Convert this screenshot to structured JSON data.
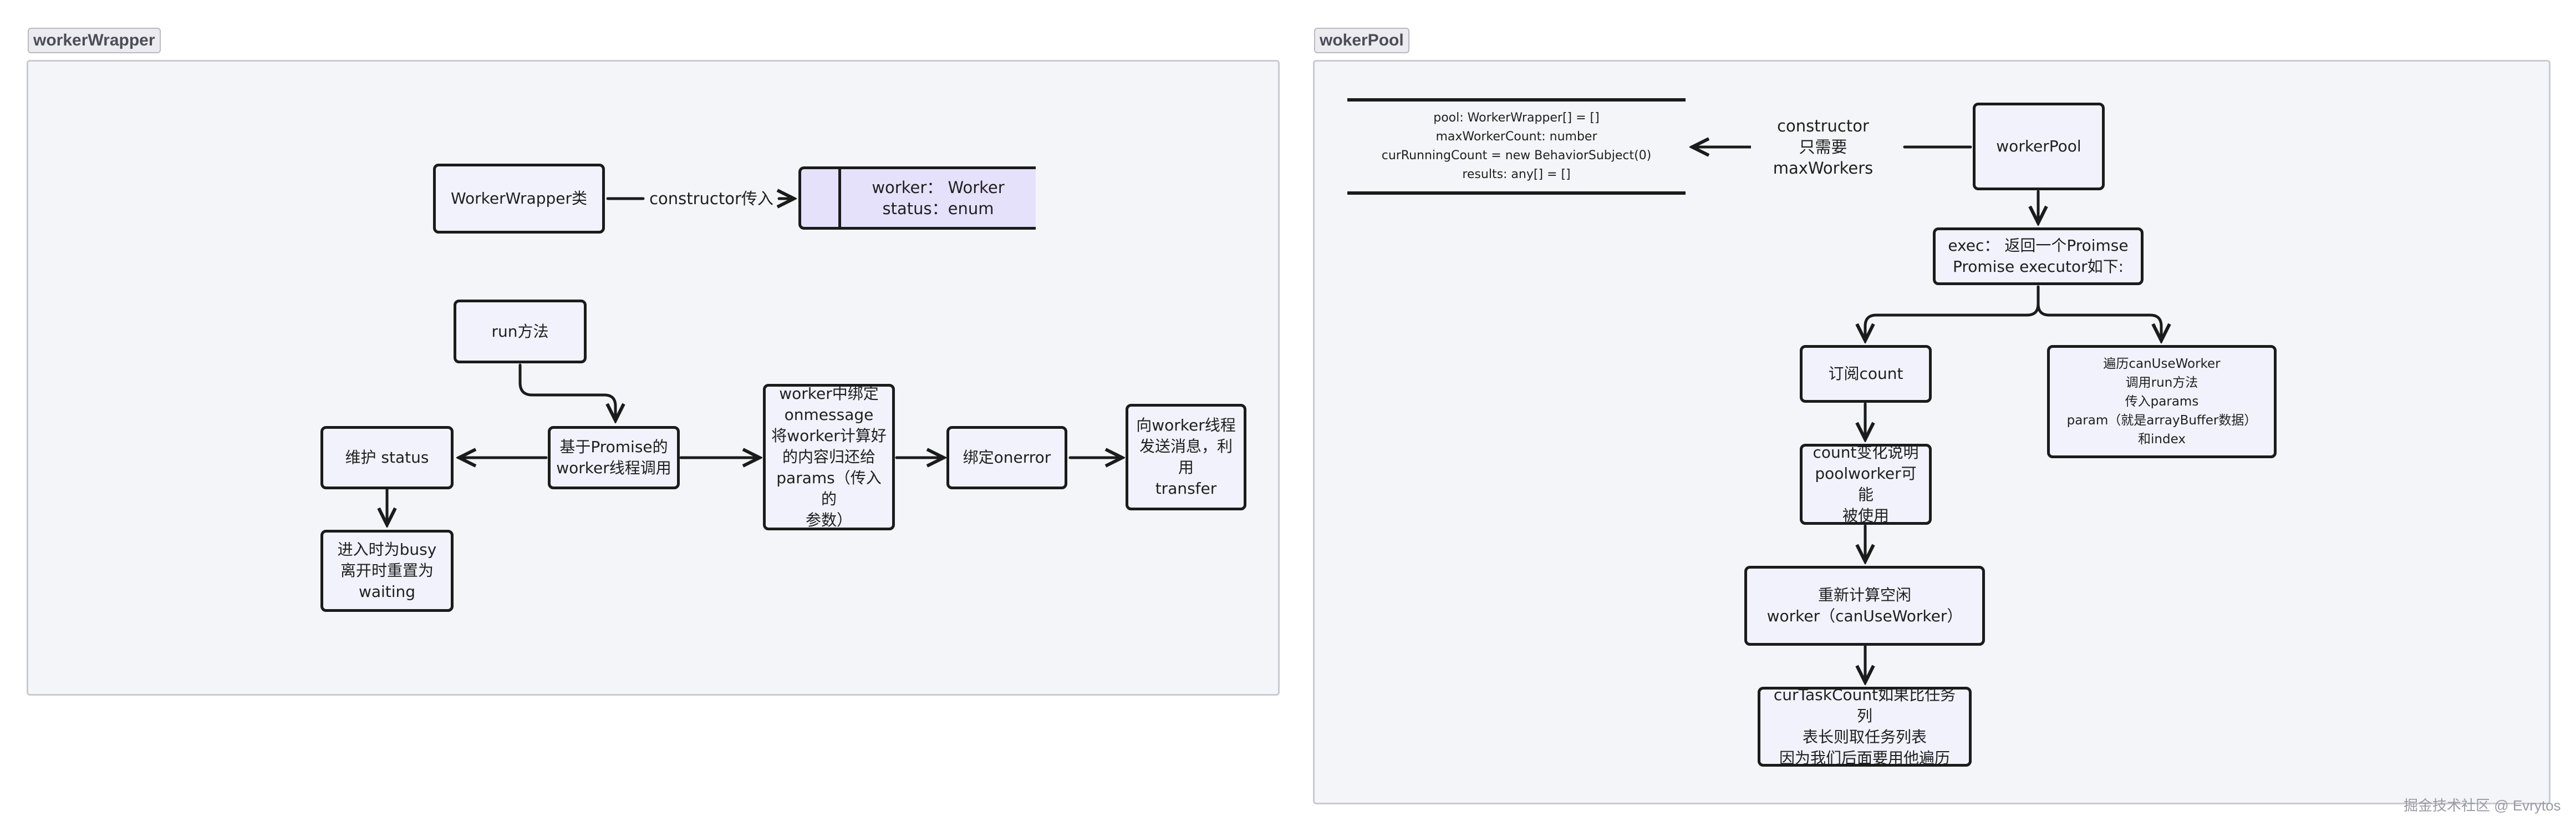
{
  "frames": {
    "left_title": "workerWrapper",
    "right_title": "wokerPool"
  },
  "left": {
    "class_node": "WorkerWrapper类",
    "constructor_label": "constructor传入",
    "class_fields": "worker： Worker\nstatus：enum",
    "run_node": "run方法",
    "promise_node": "基于Promise的\nworker线程调用",
    "status_node": "维护 status",
    "busy_node": "进入时为busy\n离开时重置为\nwaiting",
    "onmessage_node": "worker中绑定\nonmessage\n将worker计算好\n的内容归还给\nparams（传入的\n参数）",
    "onerror_node": "绑定onerror",
    "send_node": "向worker线程\n发送消息，利用\ntransfer"
  },
  "right": {
    "props": "pool: WorkerWrapper[] = []\nmaxWorkerCount: number\ncurRunningCount = new BehaviorSubject(0)\nresults: any[] = []",
    "constructor_label": "constructor\n只需要 maxWorkers",
    "pool_node": "workerPool",
    "exec_node": "exec： 返回一个Proimse\nPromise executor如下:",
    "subscribe_node": "订阅count",
    "traverse_node": "遍历canUseWorker\n调用run方法\n传入params\nparam（就是arrayBuffer数据）\n和index",
    "count_change_node": "count变化说明\npoolworker可能\n被使用",
    "recalc_node": "重新计算空闲\nworker（canUseWorker）",
    "task_node": "curTaskCount如果比任务列\n表长则取任务列表\n因为我们后面要用他遍历"
  },
  "watermark": "掘金技术社区 @ Evrytos"
}
